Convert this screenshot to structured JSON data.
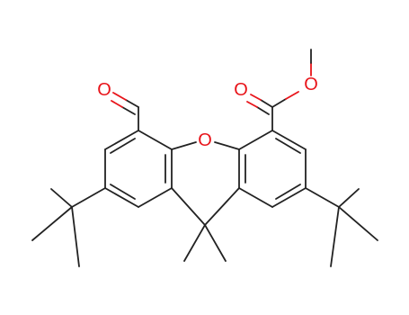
{
  "molecule": {
    "atoms": {
      "aldehyde_oxygen": "O",
      "ring_oxygen": "O",
      "ester_carbonyl_oxygen": "O",
      "ester_ether_oxygen": "O"
    },
    "colors": {
      "bond": "#222222",
      "heteroatom": "#e8141a",
      "background": "#ffffff"
    }
  }
}
